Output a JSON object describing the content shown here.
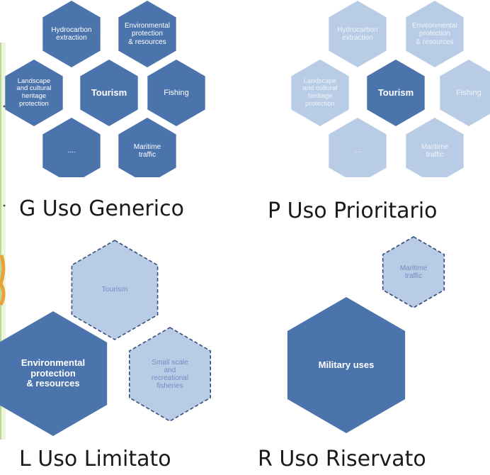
{
  "colors": {
    "hex_dark": "#4b74ad",
    "hex_light": "#b9cce6",
    "hex_outline_light": "#dce6f3",
    "dash_stroke": "#35517c",
    "text_white": "#ffffff",
    "text_light": "#6f8fc0"
  },
  "panels": {
    "generic": {
      "caption": "G Uso Generico",
      "hexagons": [
        {
          "label": "Hydrocarbon\nextraction",
          "style": "dark"
        },
        {
          "label": "Environmental\nprotection\n& resources",
          "style": "dark"
        },
        {
          "label": "Landscape\nand cultural\nheritage\nprotection",
          "style": "dark"
        },
        {
          "label": "Tourism",
          "style": "dark",
          "bold": true
        },
        {
          "label": "Fishing",
          "style": "dark"
        },
        {
          "label": "....",
          "style": "dark"
        },
        {
          "label": "Maritime\ntraffic",
          "style": "dark"
        }
      ]
    },
    "priority": {
      "caption": "P Uso Prioritario",
      "hexagons": [
        {
          "label": "Hydrocarbon\nextraction",
          "style": "light"
        },
        {
          "label": "Environmental\nprotection\n& resources",
          "style": "light"
        },
        {
          "label": "Landscape\nand cultural\nheritage\nprotection",
          "style": "light"
        },
        {
          "label": "Tourism",
          "style": "dark",
          "bold": true
        },
        {
          "label": "Fishing",
          "style": "light"
        },
        {
          "label": "....",
          "style": "light"
        },
        {
          "label": "Maritime\ntraffic",
          "style": "light"
        }
      ]
    },
    "limited": {
      "caption": "L Uso Limitato",
      "hexagons": [
        {
          "label": "Tourism",
          "style": "dashed"
        },
        {
          "label": "Environmental\nprotection\n& resources",
          "style": "dark",
          "bold": true
        },
        {
          "label": "Small scale\nand\nrecreational\nfisheries",
          "style": "dashed"
        }
      ]
    },
    "reserved": {
      "caption": "R Uso Riservato",
      "hexagons": [
        {
          "label": "Maritime\ntraffic",
          "style": "dashed"
        },
        {
          "label": "Military uses",
          "style": "dark",
          "bold": true
        }
      ]
    }
  }
}
